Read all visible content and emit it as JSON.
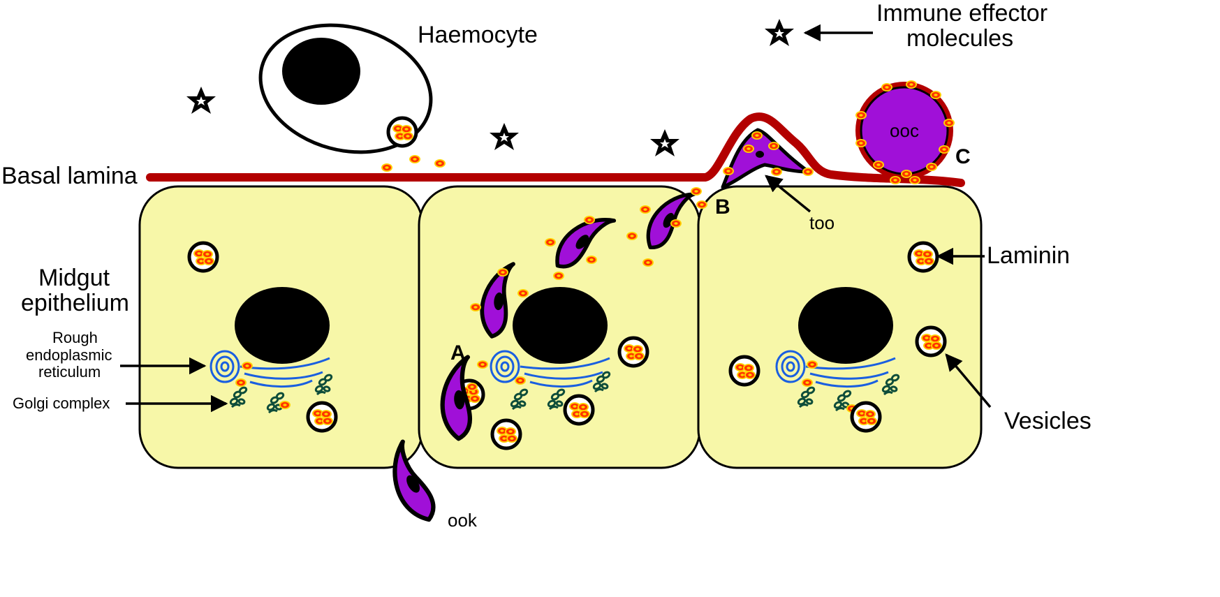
{
  "labels": {
    "haemocyte": "Haemocyte",
    "immune_line1": "Immune effector",
    "immune_line2": "molecules",
    "basal_lamina": "Basal lamina",
    "midgut_line1": "Midgut",
    "midgut_line2": "epithelium",
    "rer_line1": "Rough",
    "rer_line2": "endoplasmic",
    "rer_line3": "reticulum",
    "golgi": "Golgi complex",
    "laminin": "Laminin",
    "vesicles": "Vesicles",
    "too": "too",
    "ook": "ook",
    "ooc": "ooc",
    "marker_a": "A",
    "marker_b": "B",
    "marker_c": "C"
  },
  "colors": {
    "cell_fill": "#f7f7a8",
    "basal_lamina": "#b30000",
    "parasite": "#a010d8",
    "laminin_dot": "#ff3300",
    "laminin_halo": "#ffd200",
    "er_blue": "#1a5fe0",
    "golgi_green": "#0e4d3a"
  },
  "icons": {
    "immune_molecule": "star-icon",
    "laminin_particle": "laminin-dot-icon",
    "vesicle": "vesicle-icon",
    "golgi": "golgi-icon",
    "er": "er-swirl-icon"
  }
}
